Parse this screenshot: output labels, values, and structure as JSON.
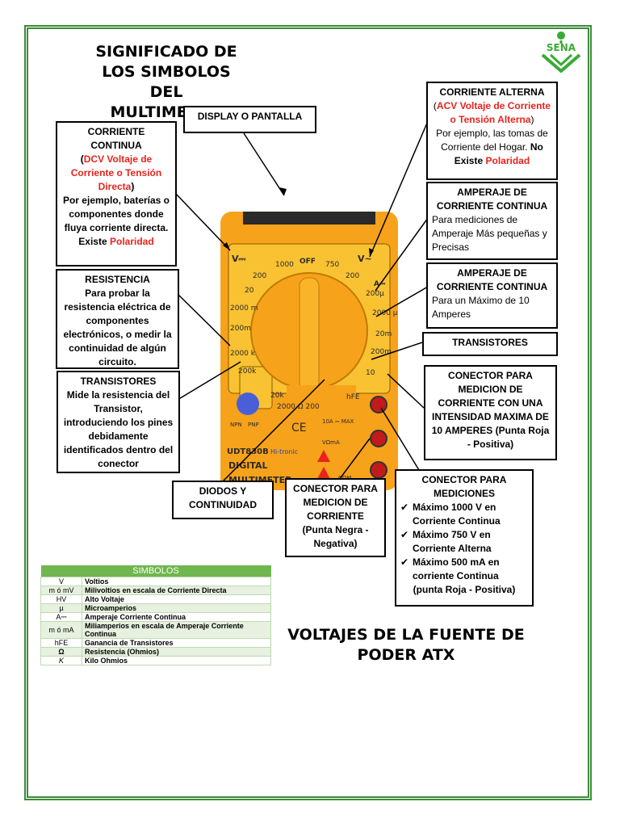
{
  "document": {
    "title": "SIGNIFICADO DE LOS SIMBOLOS DEL MULTIMETRO",
    "subtitle": "VOLTAJES DE LA FUENTE DE PODER ATX",
    "logo_text": "SENA"
  },
  "callouts": {
    "display": {
      "title": "DISPLAY O PANTALLA"
    },
    "corriente_continua": {
      "title": "CORRIENTE CONTINUA",
      "open": "(",
      "red": "DCV Voltaje de Corriente o Tensión Directa",
      "close": ")",
      "body": "Por ejemplo, baterías o componentes donde fluya corriente directa. Existe",
      "red2": "Polaridad"
    },
    "corriente_alterna": {
      "title": "CORRIENTE ALTERNA",
      "open": "(",
      "red": "ACV Voltaje de Corriente o Tensión Alterna",
      "close": ")",
      "body": "Por ejemplo, las tomas de Corriente del Hogar.",
      "bold": "No Existe",
      "red2": "Polaridad"
    },
    "amperaje_1": {
      "title": "AMPERAJE DE CORRIENTE CONTINUA",
      "body": "Para mediciones de Amperaje Más pequeñas y Precisas"
    },
    "amperaje_2": {
      "title": "AMPERAJE DE CORRIENTE CONTINUA",
      "body": "Para un Máximo de 10 Amperes"
    },
    "transistores_right": {
      "title": "TRANSISTORES"
    },
    "resistencia": {
      "title": "RESISTENCIA",
      "body": "Para probar la resistencia eléctrica de componentes electrónicos, o medir la continuidad de algún circuito."
    },
    "transistores_left": {
      "title": "TRANSISTORES",
      "body": "Mide la resistencia del Transistor, introduciendo los pines debidamente identificados dentro del conector"
    },
    "conector_10a": {
      "title": "CONECTOR PARA MEDICION DE CORRIENTE CON UNA INTENSIDAD MAXIMA DE 10 AMPERES (Punta Roja - Positiva)"
    },
    "diodos": {
      "title": "DIODOS Y CONTINUIDAD"
    },
    "conector_negra": {
      "title": "CONECTOR PARA MEDICION DE CORRIENTE",
      "body": "(Punta Negra - Negativa)"
    },
    "conector_mediciones": {
      "title": "CONECTOR PARA MEDICIONES",
      "items": [
        "Máximo 1000 V en Corriente Continua",
        "Máximo 750 V en Corriente Alterna",
        "Máximo 500 mA en corriente Continua"
      ],
      "footer": "(punta Roja - Positiva)"
    }
  },
  "meter": {
    "labels": {
      "vdc": "V⎓",
      "vac": "V~",
      "off": "OFF",
      "a": "A⎓",
      "r1000": "1000",
      "r750": "750",
      "r200a": "200",
      "r200b": "200",
      "r20": "20",
      "r2000m": "2000 m",
      "r200m": "200m",
      "r2000k": "2000 k",
      "r200k": "200k",
      "r20k": "20k",
      "r2000ohm": "2000 Ω 200",
      "r200u": "200µ",
      "r2000u": "2000 µ",
      "r20m": "20m",
      "r200m2": "200m",
      "r10": "10",
      "hfe": "hFE",
      "npn": "NPN",
      "pnp": "PNP",
      "model": "UDT830B",
      "brand": "Hi-tronic",
      "digital": "DIGITAL",
      "multimeter": "MULTIMETER",
      "max10a": "10A ⎓ MAX",
      "vom": "VΩmA",
      "com": "COM",
      "ce": "CE"
    }
  },
  "symbols_table": {
    "header": "SIMBOLOS",
    "rows": [
      {
        "symbol": "V",
        "desc": "Voltios"
      },
      {
        "symbol": "m ó mV",
        "desc": "Milivoltios en escala de Corriente Directa"
      },
      {
        "symbol": "HV",
        "desc": "Alto Voltaje"
      },
      {
        "symbol": "µ",
        "desc": "Microamperios"
      },
      {
        "symbol": "A⎓",
        "desc": "Amperaje Corriente Continua"
      },
      {
        "symbol": "m ó mA",
        "desc": "Miliamperios en escala de Amperaje Corriente Continua"
      },
      {
        "symbol": "hFE",
        "desc": "Ganancia de Transistores"
      },
      {
        "symbol": "Ω",
        "desc": "Resistencia (Ohmios)"
      },
      {
        "symbol": "K",
        "desc": "Kilo Ohmios"
      }
    ]
  },
  "colors": {
    "frame": "#3d8a3a",
    "meter_body": "#f7a21b",
    "meter_face": "#f8c232",
    "red_text": "#e8231c",
    "table_header": "#6fb64f"
  }
}
